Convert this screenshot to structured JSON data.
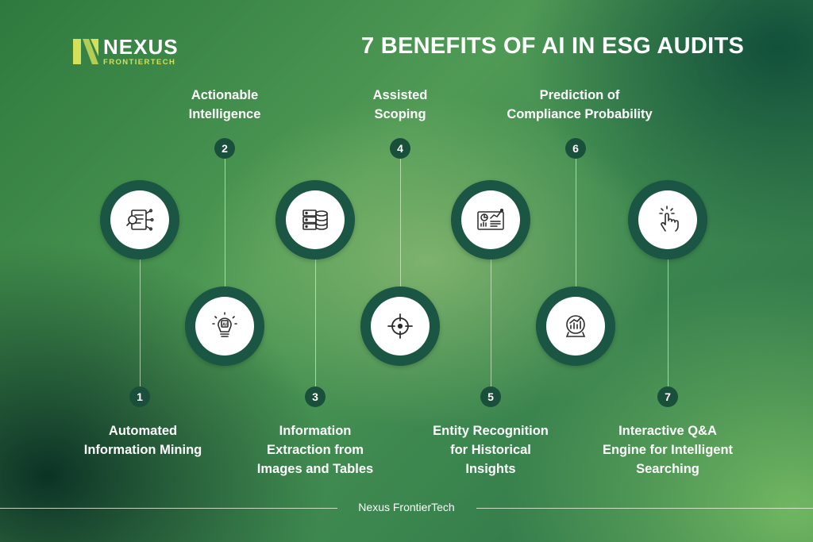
{
  "brand": {
    "name": "NEXUS",
    "tagline": "FRONTIERTECH",
    "accent": "#d2e05a"
  },
  "title": "7 BENEFITS OF AI IN ESG AUDITS",
  "colors": {
    "ring": "#1b5543",
    "badge": "#1a4f3c",
    "icon": "#2c2c2c"
  },
  "benefits": [
    {
      "number": "1",
      "label": "Automated\nInformation Mining",
      "icon": "document-analysis-icon"
    },
    {
      "number": "2",
      "label": "Actionable\nIntelligence",
      "icon": "ai-lightbulb-icon"
    },
    {
      "number": "3",
      "label": "Information\nExtraction from\nImages and Tables",
      "icon": "database-server-icon"
    },
    {
      "number": "4",
      "label": "Assisted\nScoping",
      "icon": "target-crosshair-icon"
    },
    {
      "number": "5",
      "label": "Entity Recognition\nfor Historical\nInsights",
      "icon": "analytics-dashboard-icon"
    },
    {
      "number": "6",
      "label": "Prediction of\nCompliance Probability",
      "icon": "crystal-ball-chart-icon"
    },
    {
      "number": "7",
      "label": "Interactive Q&A\nEngine for Intelligent\nSearching",
      "icon": "tap-hand-icon"
    }
  ],
  "footer": "Nexus FrontierTech"
}
